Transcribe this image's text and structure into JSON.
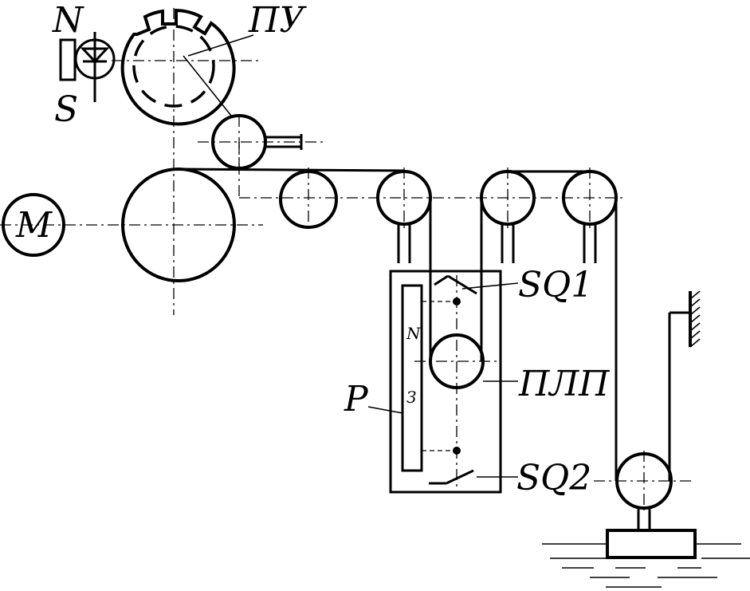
{
  "labels": {
    "magnet_north": "N",
    "magnet_south": "S",
    "counter_drum": "ПУ",
    "motor": "M",
    "limit_switch_top": "SQ1",
    "limit_switch_bottom": "SQ2",
    "floating_pulley": "ПЛП",
    "reed_element": "P",
    "reed_pole_north": "N",
    "reed_pole_south": "З"
  }
}
